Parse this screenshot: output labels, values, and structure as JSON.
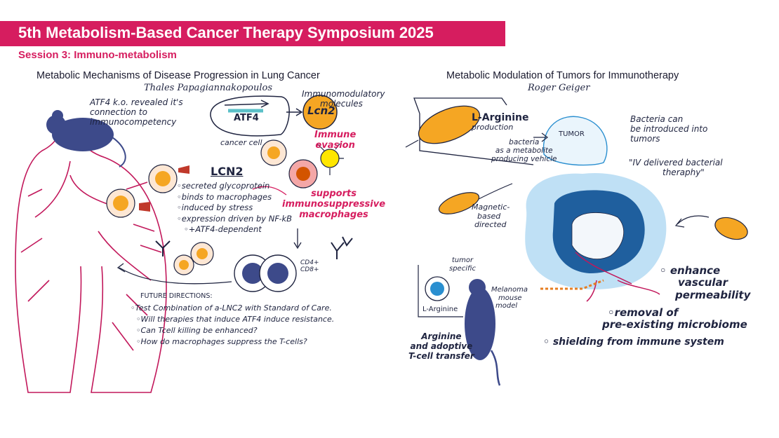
{
  "header": {
    "title": "5th Metabolism-Based Cancer Therapy Symposium 2025",
    "session": "Session 3: Immuno-metabolism"
  },
  "left_panel": {
    "title": "Metabolic Mechanisms of Disease Progression in Lung Cancer",
    "author": "Thales Papagiannakopoulos",
    "atf4_note": [
      "ATF4 k.o. revealed it's",
      "connection to",
      "immunocompetency"
    ],
    "atf4_label": "ATF4",
    "cancer_cell_label": "cancer cell",
    "lcn2_circle_label": "Lcn2",
    "immunomodulatory_label": [
      "Immunomodulatory",
      "molecules"
    ],
    "immune_evasion_label": [
      "Immune",
      "evasion"
    ],
    "lcn2_title": "LCN2",
    "lcn2_points": [
      "secreted glycoprotein",
      "binds to macrophages",
      "induced by stress",
      "expression driven by NF-kB",
      "+ATF4-dependent"
    ],
    "supports_label": [
      "supports",
      "immunosuppressive",
      "macrophages"
    ],
    "cd_label": [
      "CD4+",
      "CD8+"
    ],
    "future_title": "FUTURE DIRECTIONS:",
    "future_points": [
      "Test Combination of a-LNC2 with Standard of Care.",
      "Will therapies that induce ATF4 induce resistance.",
      "Can Tcell killing be enhanced?",
      "How do macrophages suppress the T-cells?"
    ]
  },
  "right_panel": {
    "title": "Metabolic Modulation of Tumors for Immunotherapy",
    "author": "Roger Geiger",
    "arginine_production": [
      "L-Arginine",
      "production"
    ],
    "tumor_label": "TUMOR",
    "vehicle_label": [
      "bacteria",
      "as a metabolite",
      "producing vehicle"
    ],
    "bacteria_note": [
      "Bacteria can",
      "be introduced into",
      "tumors"
    ],
    "iv_note": [
      "\"IV delivered bacterial",
      "theraphy\""
    ],
    "magnetic_label": [
      "Magnetic-",
      "based",
      "directed"
    ],
    "tumor_specific_label": [
      "tumor",
      "specific"
    ],
    "l_arginine_label": "L-Arginine",
    "melanoma_label": [
      "Melanoma",
      "mouse",
      "model"
    ],
    "arginine_transfer_label": [
      "Arginine",
      "and adoptive",
      "T-cell transfer"
    ],
    "effects": [
      {
        "lead": "enhance",
        "rest": [
          "vascular",
          "permeability"
        ]
      },
      {
        "lead": "removal of",
        "rest": [
          "pre-existing microbiome"
        ]
      },
      {
        "lead": "shielding from immune system",
        "rest": []
      }
    ]
  },
  "colors": {
    "accent": "#d61d5f",
    "ink": "#1f2440",
    "mouse": "#3d4a8a",
    "bacteria": "#f5a623",
    "tumor_blue": "#1f5f9e",
    "light_blue": "#bfe0f5"
  }
}
